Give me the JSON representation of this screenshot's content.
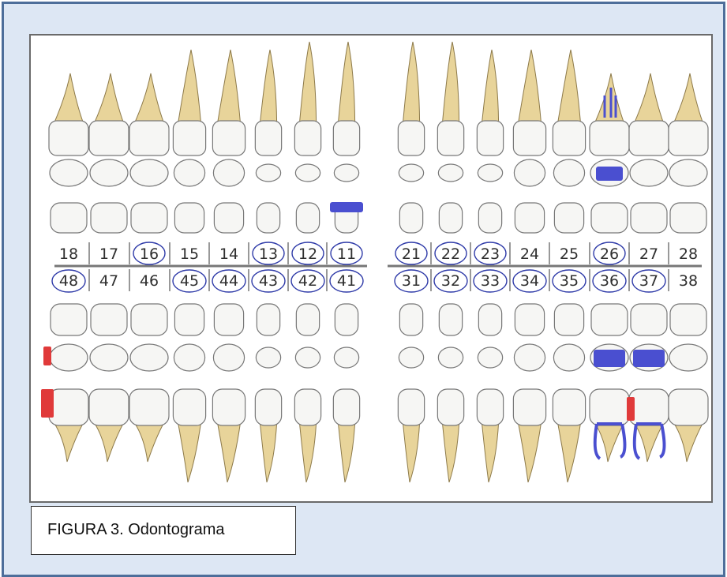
{
  "caption": "FIGURA 3. Odontograma",
  "upper_numbers": [
    "18",
    "17",
    "16",
    "15",
    "14",
    "13",
    "12",
    "11",
    "21",
    "22",
    "23",
    "24",
    "25",
    "26",
    "27",
    "28"
  ],
  "lower_numbers": [
    "48",
    "47",
    "46",
    "45",
    "44",
    "43",
    "42",
    "41",
    "31",
    "32",
    "33",
    "34",
    "35",
    "36",
    "37",
    "38"
  ],
  "circled_upper": [
    "16",
    "13",
    "12",
    "11",
    "21",
    "22",
    "23",
    "26"
  ],
  "circled_lower": [
    "48",
    "45",
    "44",
    "43",
    "42",
    "41",
    "31",
    "32",
    "33",
    "34",
    "35",
    "36",
    "37"
  ],
  "marks": {
    "blue_restorations": [
      "11",
      "26",
      "36",
      "37"
    ],
    "root_canal_treated": [
      "26",
      "36",
      "37"
    ],
    "red_marks": [
      "48",
      "36"
    ]
  },
  "colors": {
    "blue_mark": "#4a4fd0",
    "red_mark": "#e03a3a",
    "circle": "#2e3aa8",
    "root": "#e8d49a",
    "crown": "#f6f6f4"
  }
}
